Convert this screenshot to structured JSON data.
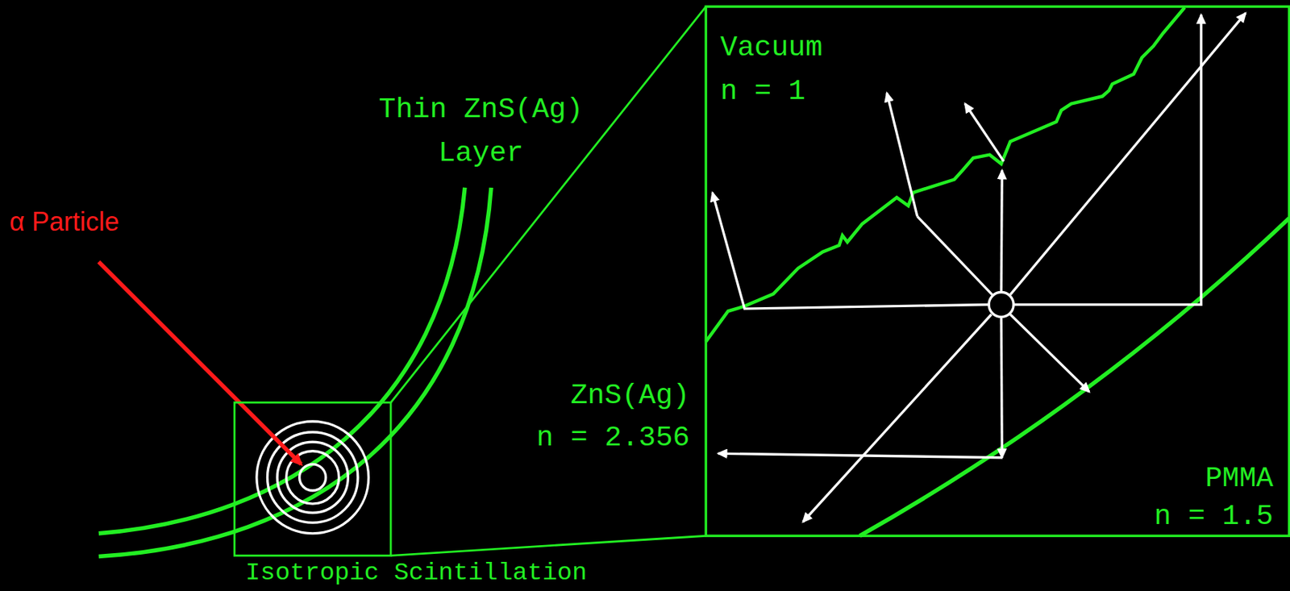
{
  "diagram": {
    "labels": [
      "α Particle",
      "Thin ZnS(Ag) Layer",
      "Isotropic Scintillation",
      "Vacuum",
      "n = 1",
      "ZnS(Ag)",
      "n = 2.356",
      "PMMA",
      "n = 1.5"
    ]
  }
}
